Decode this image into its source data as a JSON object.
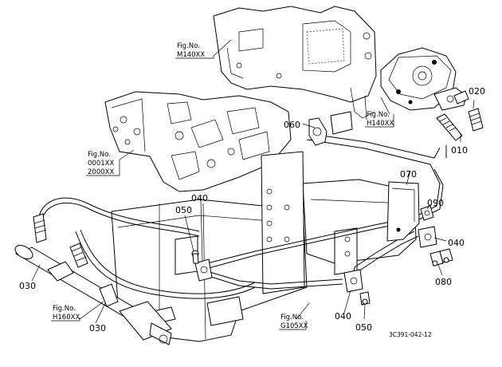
{
  "callouts": {
    "c010": "010",
    "c020": "020",
    "c030a": "030",
    "c030b": "030",
    "c040a": "040",
    "c040b": "040",
    "c040c": "040",
    "c050a": "050",
    "c050b": "050",
    "c060": "060",
    "c070": "070",
    "c080": "080",
    "c090": "090"
  },
  "fig_refs": {
    "m140": {
      "label": "Fig.No.",
      "code": "M140XX"
    },
    "h140": {
      "label": "Fig.No.",
      "code": "H140XX"
    },
    "f0001": {
      "label": "Fig.No.",
      "code1": "0001XX",
      "code2": "2000XX"
    },
    "h160": {
      "label": "Fig.No.",
      "code": "H160XX"
    },
    "g105": {
      "label": "Fig.No.",
      "code": "G105XX"
    }
  },
  "drawing_code": "3C391-042-12"
}
